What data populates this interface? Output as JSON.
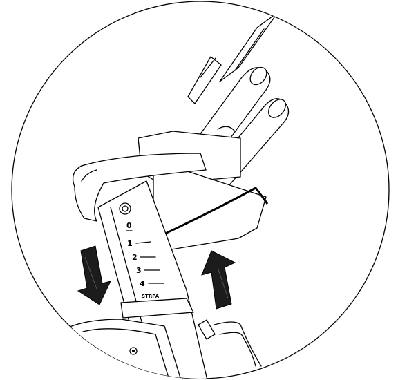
{
  "diagram": {
    "scale_labels": [
      "0",
      "1",
      "2",
      "3",
      "4"
    ],
    "brand_mark": "STRPA",
    "colors": {
      "line": "#000000",
      "background": "#ffffff",
      "arrow": "#1a1a1a"
    },
    "icons": [
      "knob-icon",
      "arrow-down-icon",
      "arrow-up-icon"
    ]
  }
}
